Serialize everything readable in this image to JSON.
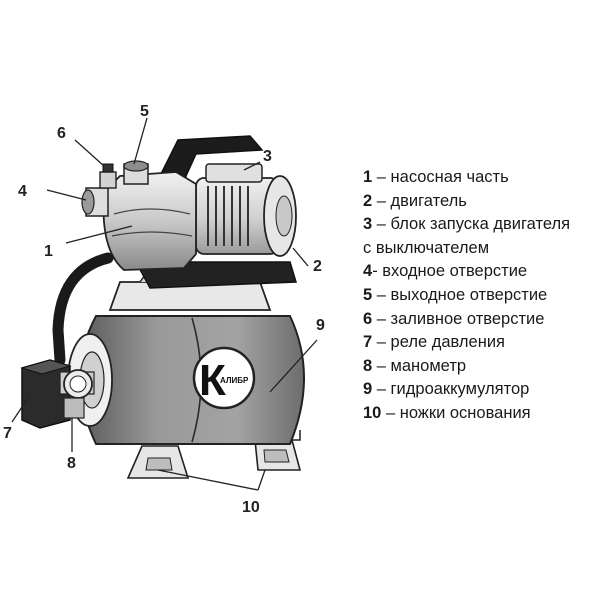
{
  "diagram": {
    "callouts": [
      "1",
      "2",
      "3",
      "4",
      "5",
      "6",
      "7",
      "8",
      "9",
      "10"
    ],
    "logo": {
      "letter": "К",
      "brand": "АЛИБР"
    }
  },
  "legend": {
    "items": [
      {
        "num": "1",
        "text": " – насосная часть"
      },
      {
        "num": "2",
        "text": " – двигатель"
      },
      {
        "num": "3",
        "text": " – блок запуска двигателя"
      },
      {
        "num": "",
        "text": "с выключателем"
      },
      {
        "num": "4",
        "text": "- входное отверстие"
      },
      {
        "num": "5",
        "text": " – выходное отверстие"
      },
      {
        "num": "6",
        "text": " – заливное отверстие"
      },
      {
        "num": "7",
        "text": " – реле давления"
      },
      {
        "num": "8",
        "text": " – манометр"
      },
      {
        "num": "9",
        "text": " – гидроаккумулятор"
      },
      {
        "num": "10",
        "text": " – ножки основания"
      }
    ]
  }
}
